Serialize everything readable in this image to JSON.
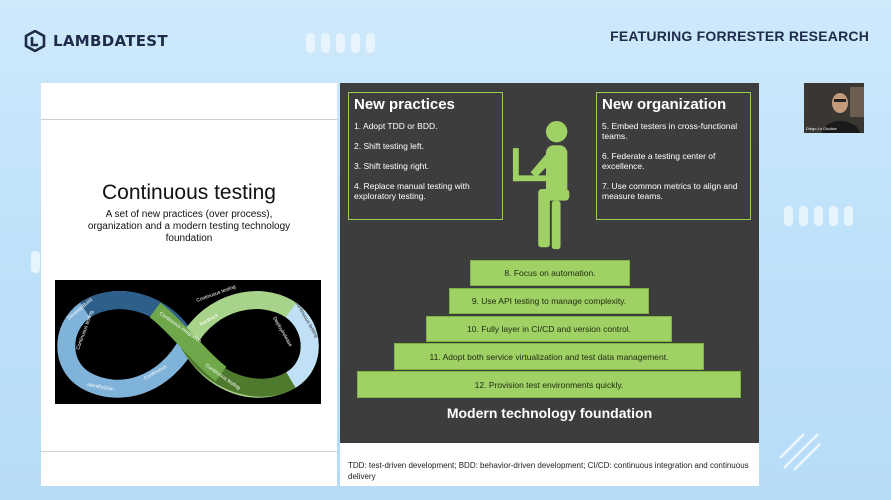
{
  "header": {
    "brand_name": "LAMBDATEST",
    "featuring_text": "FEATURING FORRESTER RESEARCH"
  },
  "left_slide": {
    "title": "Continuous testing",
    "subtitle": "A set of new practices (over process), organization and a modern testing technology foundation",
    "infinity_labels": [
      "Develop/Build",
      "Continuous testing",
      "Continuous testing",
      "Continuous integration",
      "Continuous testing",
      "Identify/plan",
      "Continuous",
      "feedback",
      "Deploy/release",
      "Continuous testing"
    ]
  },
  "right_slide": {
    "new_practices": {
      "title": "New practices",
      "items": [
        "1. Adopt TDD or BDD.",
        "2. Shift testing left.",
        "3. Shift testing right.",
        "4. Replace manual testing with exploratory testing."
      ]
    },
    "new_organization": {
      "title": "New organization",
      "items": [
        "5. Embed testers in cross-functional teams.",
        "6. Federate a testing center of excellence.",
        "7. Use common metrics to align and measure teams."
      ]
    },
    "steps": [
      "8. Focus on automation.",
      "9. Use API testing to manage complexity.",
      "10. Fully layer in CI/CD and version control.",
      "11. Adopt both service virtualization and test data management.",
      "12. Provision test environments quickly."
    ],
    "foundation_label": "Modern technology foundation",
    "footnote": "TDD: test-driven development; BDD: behavior-driven development; CI/CD: continuous integration and continuous delivery"
  },
  "webcam": {
    "name_label": "Diego Lo Giudice"
  },
  "colors": {
    "background": "#c3e2f8",
    "brand_text": "#1f2b4a",
    "slide_dark": "#3d3d3d",
    "accent_green": "#9fd165"
  },
  "icons": {
    "brand_logo": "lambdatest-logo-icon",
    "person": "person-at-desk-icon",
    "decoration": "diagonal-lines-icon"
  }
}
